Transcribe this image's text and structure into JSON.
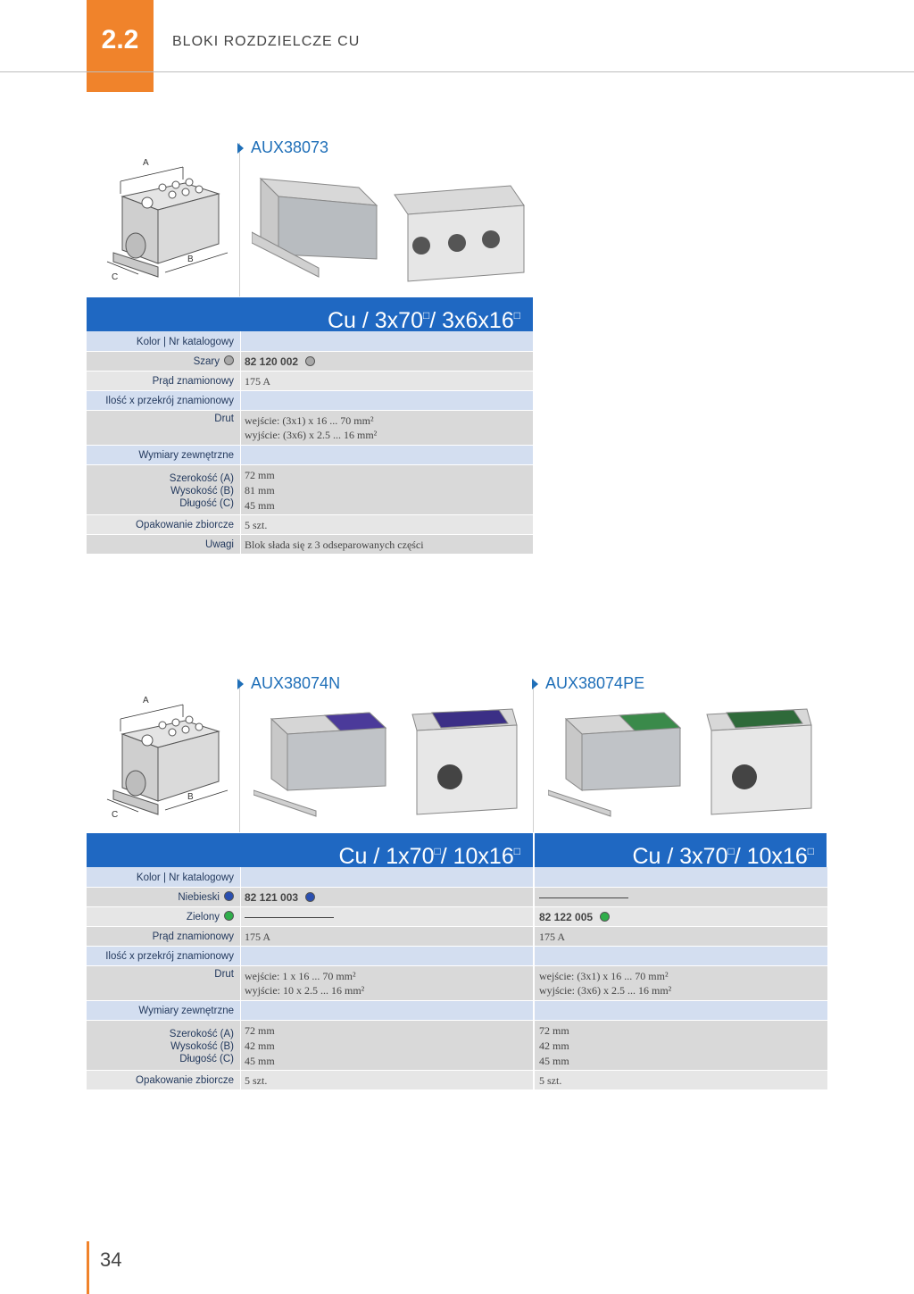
{
  "header": {
    "section_number": "2.2",
    "section_title": "BLOKI ROZDZIELCZE CU"
  },
  "page_number": "34",
  "dims": {
    "a": "A",
    "b": "B",
    "c": "C"
  },
  "labels": {
    "kolor": "Kolor | Nr katalogowy",
    "szary": "Szary",
    "niebieski": "Niebieski",
    "zielony": "Zielony",
    "prad": "Prąd znamionowy",
    "ilosc": "Ilość x przekrój znamionowy",
    "drut": "Drut",
    "wymiary": "Wymiary zewnętrzne",
    "szer": "Szerokość (A)",
    "wys": "Wysokość (B)",
    "dl": "Długość (C)",
    "opak": "Opakowanie zbiorcze",
    "uwagi": "Uwagi"
  },
  "colors": {
    "accent": "#f0832b",
    "blue": "#1f68c2",
    "title_blue": "#1f6fb8",
    "gray_dot": "#a8a8a8",
    "blue_dot": "#2a4fb0",
    "green_dot": "#2fae4a"
  },
  "products": [
    {
      "name": "AUX38073",
      "spec_main": "Cu / 3x70",
      "spec_rest": "/ 3x6x16",
      "catalog": "82 120 002",
      "current": "175 A",
      "wire_in": "wejście: (3x1) x 16 ... 70 mm²",
      "wire_out": "wyjście: (3x6) x 2.5 ... 16 mm²",
      "width": "72 mm",
      "height": "81 mm",
      "length": "45 mm",
      "pack": "5 szt.",
      "notes": "Blok słada się z 3 odseparowanych części"
    },
    {
      "name": "AUX38074N",
      "spec_main": "Cu / 1x70",
      "spec_rest": "/ 10x16",
      "catalog": "82 121 003",
      "current": "175 A",
      "wire_in": "wejście: 1 x 16 ... 70 mm²",
      "wire_out": "wyjście: 10 x 2.5 ... 16 mm²",
      "width": "72 mm",
      "height": "42 mm",
      "length": "45 mm",
      "pack": "5 szt."
    },
    {
      "name": "AUX38074PE",
      "spec_main": "Cu / 3x70",
      "spec_rest": "/ 10x16",
      "catalog": "82 122 005",
      "current": "175 A",
      "wire_in": "wejście: (3x1) x 16 ... 70 mm²",
      "wire_out": "wyjście: (3x6) x 2.5 ... 16 mm²",
      "width": "72 mm",
      "height": "42 mm",
      "length": "45 mm",
      "pack": "5 szt."
    }
  ]
}
